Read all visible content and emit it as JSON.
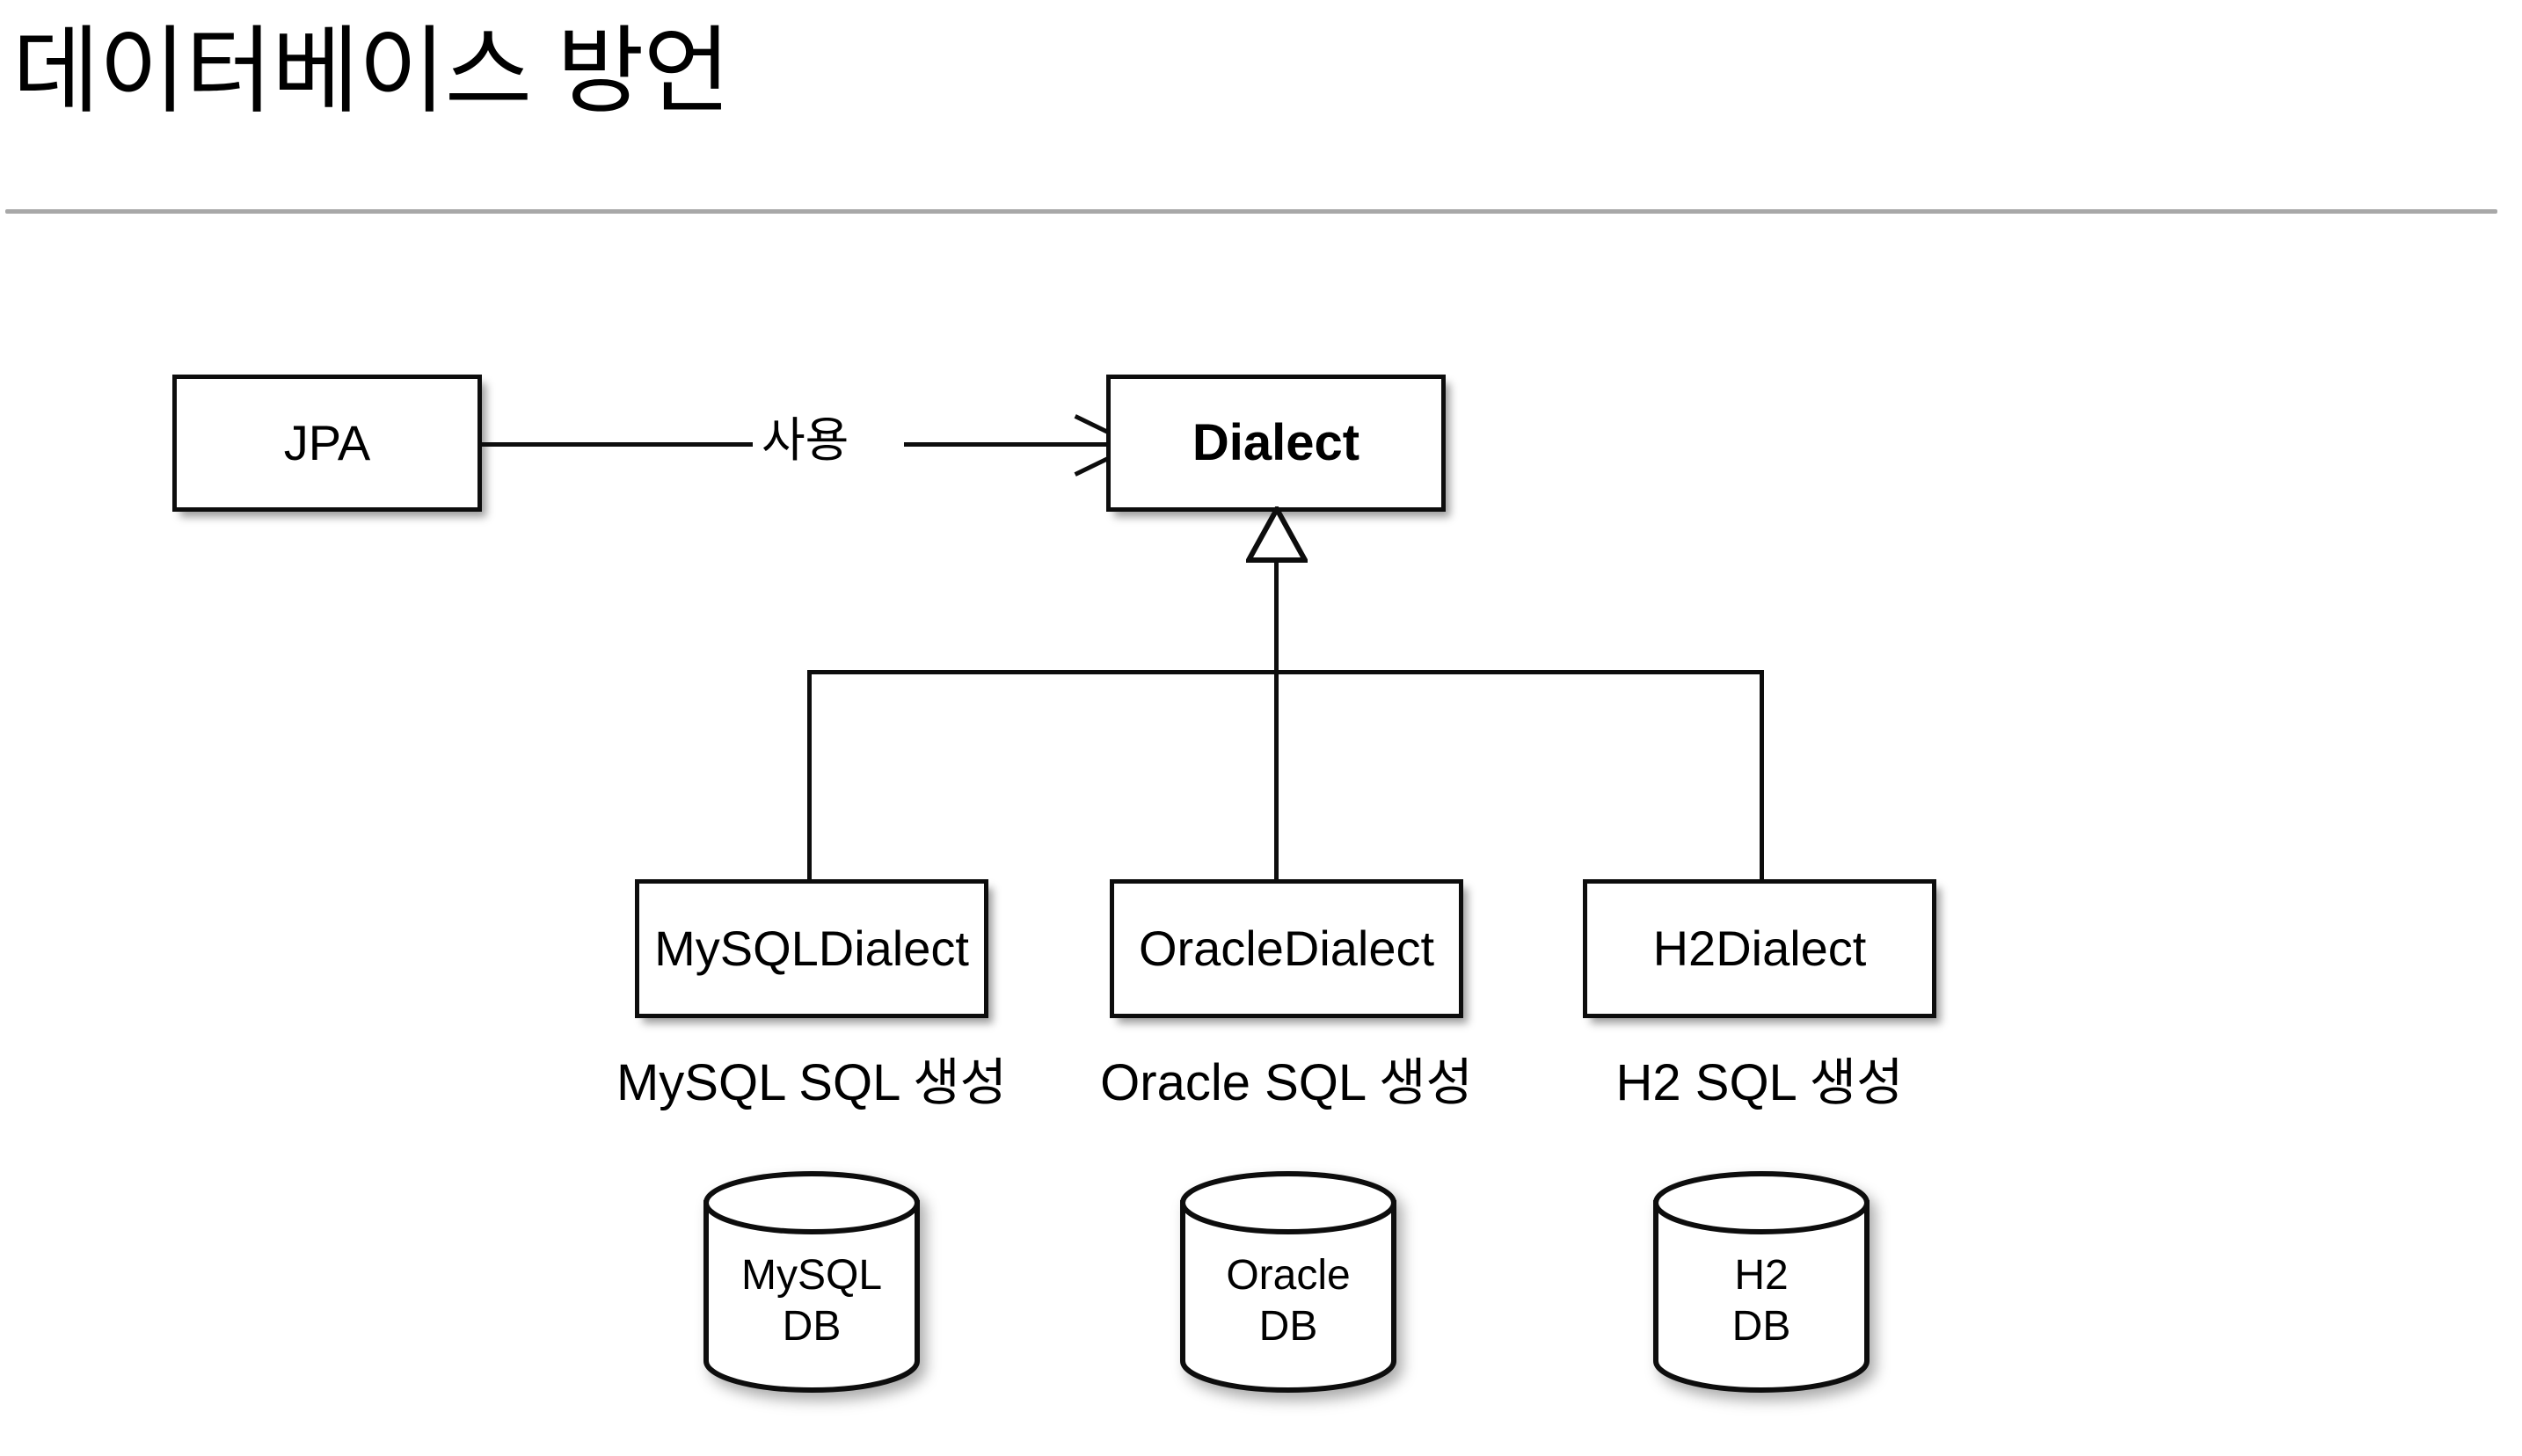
{
  "slide": {
    "title": "데이터베이스 방언",
    "divider_color": "#a8a8a8",
    "background": "#ffffff",
    "stroke_color": "#0d0d0d"
  },
  "diagram": {
    "type": "uml-class-diagram",
    "client_node": {
      "label": "JPA"
    },
    "interface_node": {
      "label": "Dialect"
    },
    "use_edge": {
      "label": "사용",
      "arrow": "open-arrow",
      "direction": "JPA-to-Dialect"
    },
    "inheritance": {
      "marker": "hollow-triangle",
      "parent": "Dialect"
    },
    "subclasses": [
      {
        "label": "MySQLDialect",
        "caption": "MySQL SQL 생성",
        "db_line1": "MySQL",
        "db_line2": "DB"
      },
      {
        "label": "OracleDialect",
        "caption": "Oracle SQL 생성",
        "db_line1": "Oracle",
        "db_line2": "DB"
      },
      {
        "label": "H2Dialect",
        "caption": "H2 SQL 생성",
        "db_line1": "H2",
        "db_line2": "DB"
      }
    ]
  }
}
